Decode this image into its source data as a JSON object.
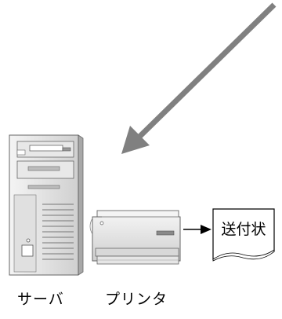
{
  "labels": {
    "server": "サーバ",
    "printer": "プリンタ",
    "document": "送付状"
  },
  "colors": {
    "arrow": "#808080",
    "device_light": "#e6e6e6",
    "device_mid": "#c8c8c8",
    "device_dark": "#8a8a8a",
    "outline": "#555555",
    "connector": "#000000"
  }
}
